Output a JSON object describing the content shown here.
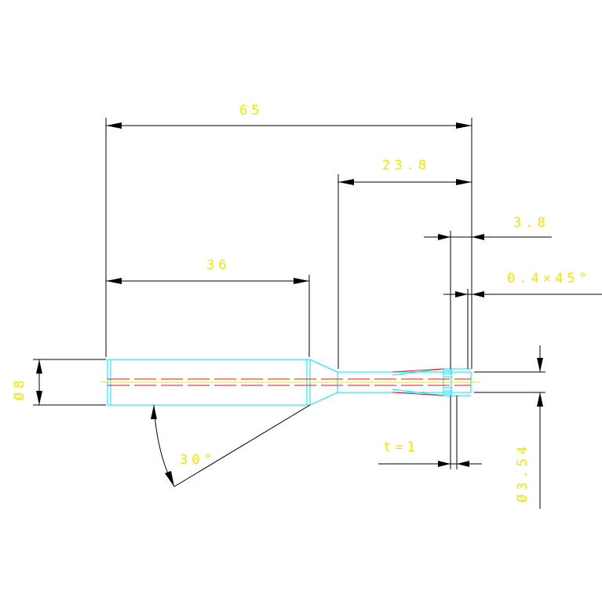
{
  "dimensions": {
    "total_length": "65",
    "shank_length": "36",
    "neck_length": "23.8",
    "tip_length": "3.8",
    "chamfer": "0.4×45°",
    "shank_diameter": "Ø8",
    "angle": "30°",
    "thickness": "t=1",
    "tip_diameter": "Ø3.54"
  },
  "colors": {
    "dimension_text": "#f5e600",
    "dimension_lines": "#000000",
    "part_outline": "#00e5ff",
    "centerline": "#d81b1b"
  }
}
